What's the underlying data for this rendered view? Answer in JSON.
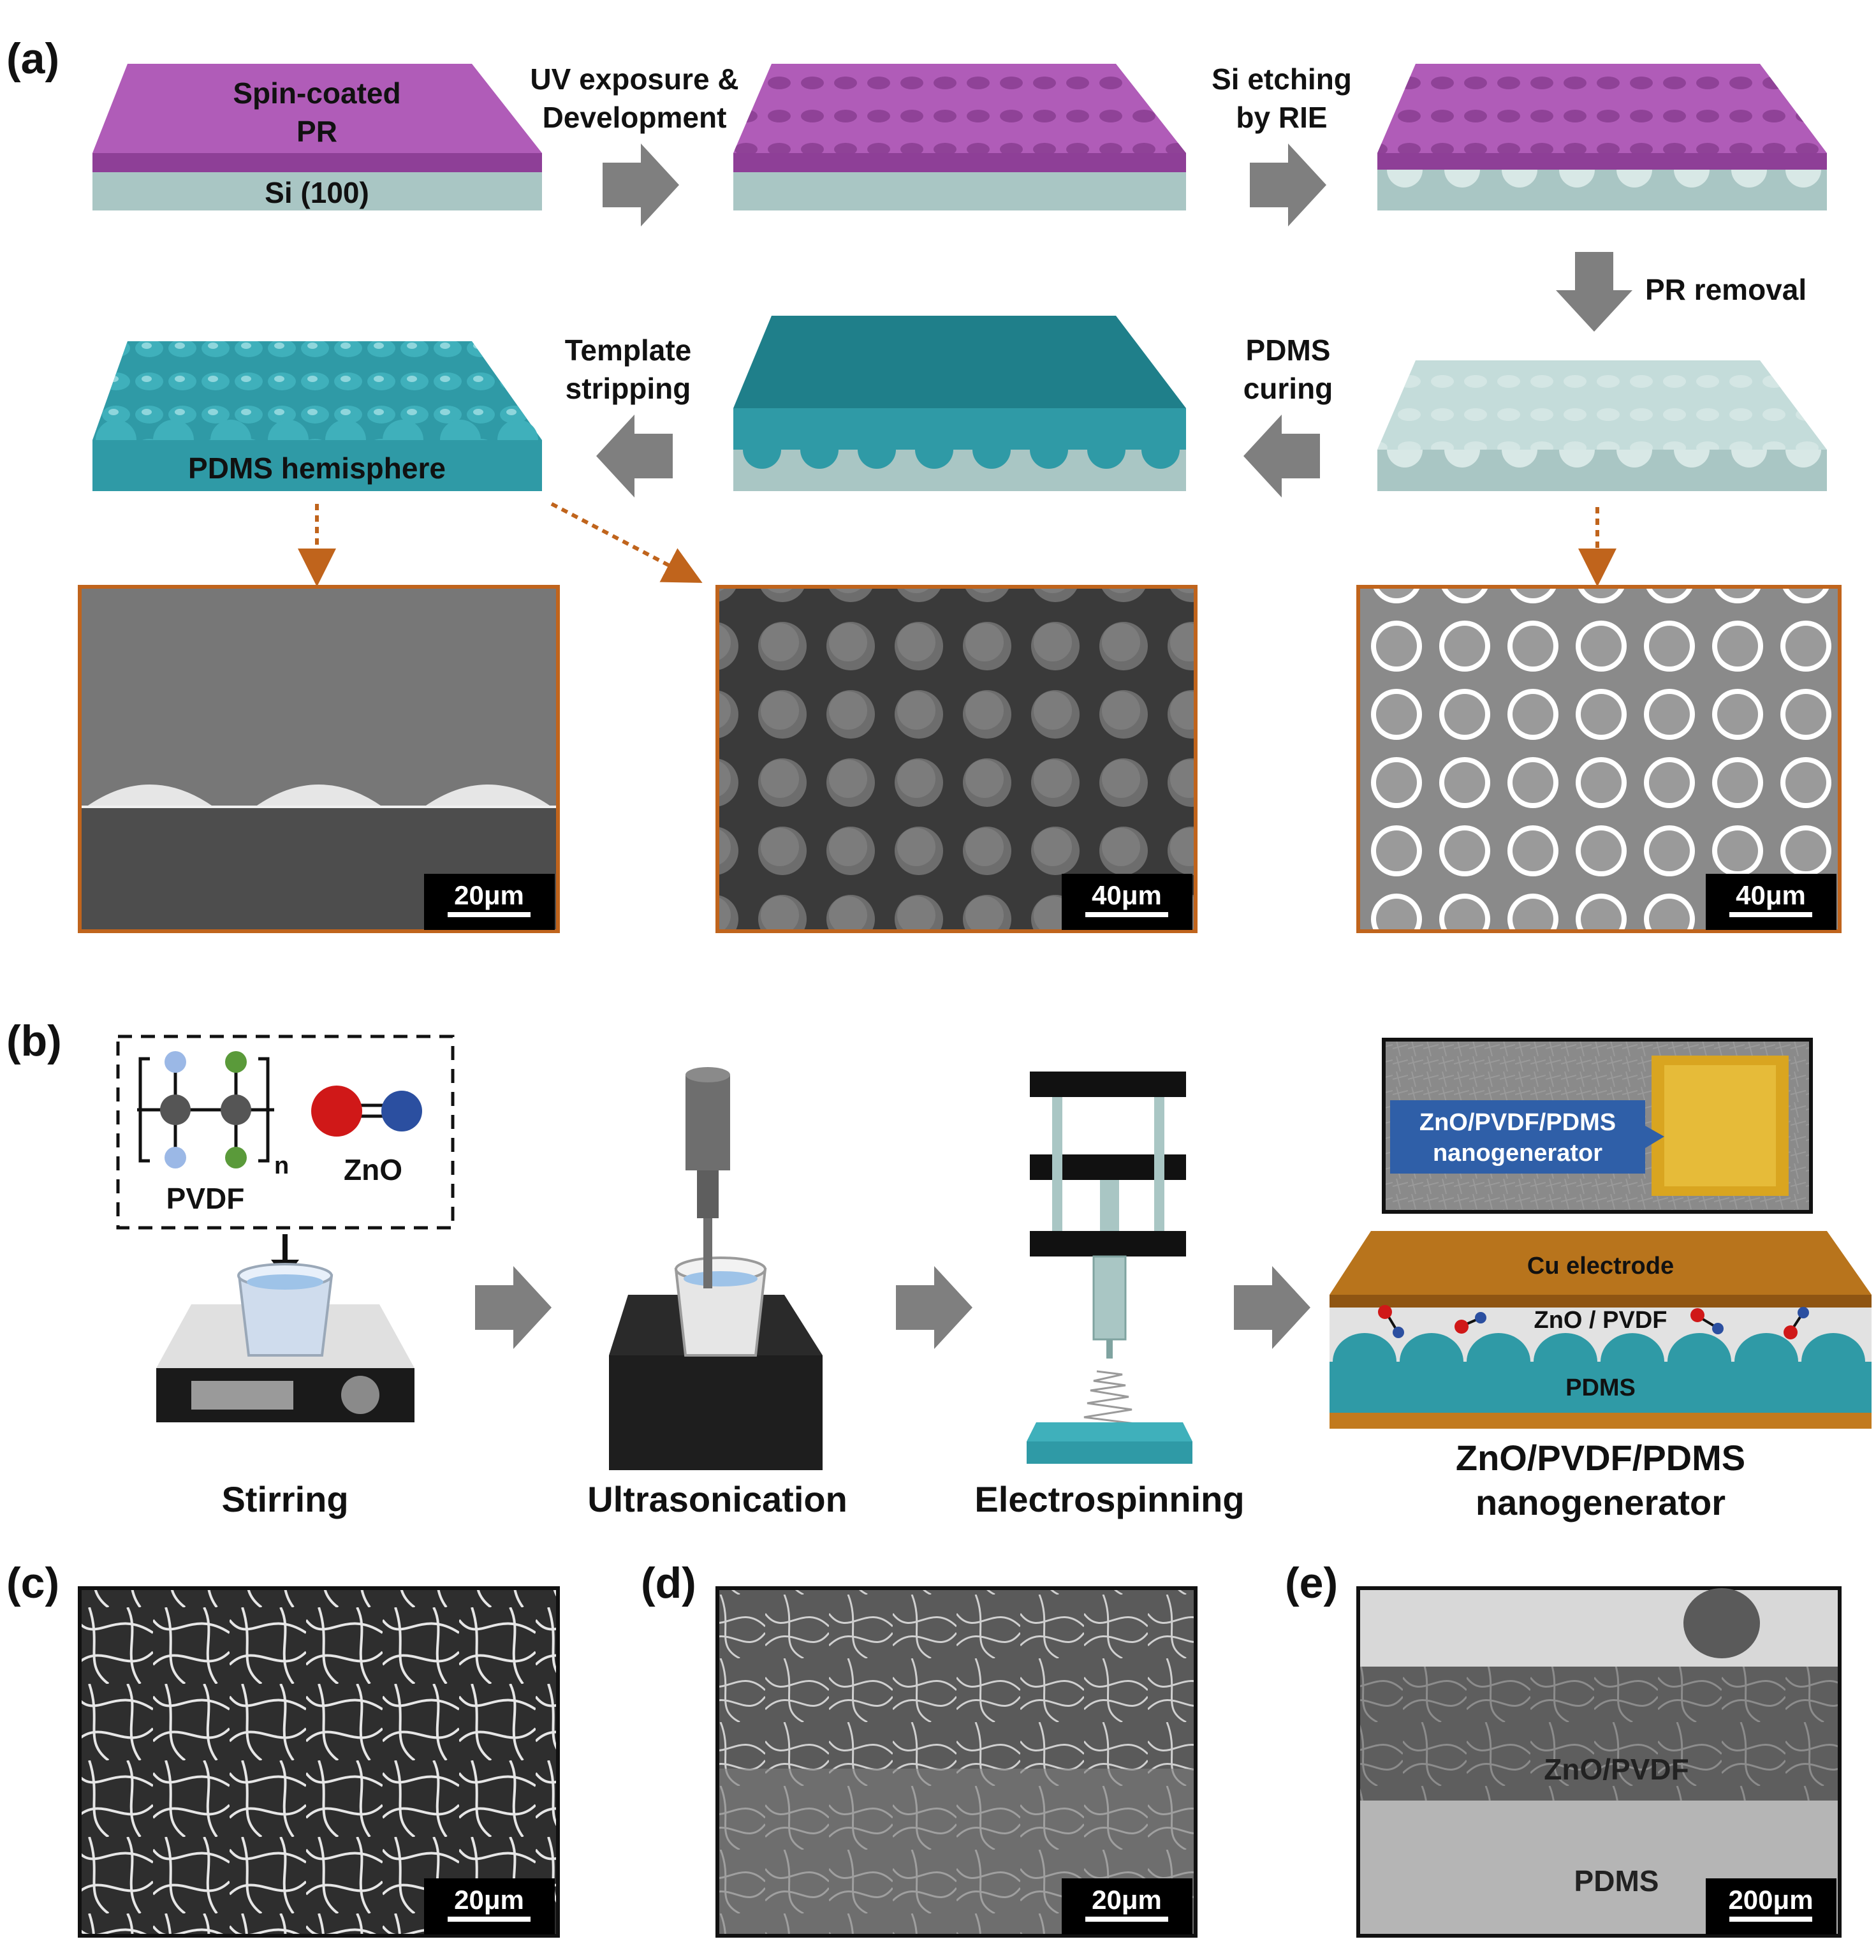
{
  "panels": {
    "a": "(a)",
    "b": "(b)",
    "c": "(c)",
    "d": "(d)",
    "e": "(e)"
  },
  "process_a": {
    "layer_pr": [
      "Spin-coated",
      "PR"
    ],
    "layer_si": "Si (100)",
    "step_uv": [
      "UV exposure &",
      "Development"
    ],
    "step_etch": [
      "Si etching",
      "by RIE"
    ],
    "step_pr_removal": "PR removal",
    "step_pdms_curing": [
      "PDMS",
      "curing"
    ],
    "step_template": [
      "Template",
      "stripping"
    ],
    "hemisphere_label": "PDMS hemisphere"
  },
  "sem_a": {
    "left_scale": "20μm",
    "middle_scale": "40μm",
    "right_scale": "40μm"
  },
  "process_b": {
    "pvdf_label": "PVDF",
    "pvdf_subscript": "n",
    "zno_label": "ZnO",
    "step_stirring": "Stirring",
    "step_ultrasonication": "Ultrasonication",
    "step_electrospinning": "Electrospinning",
    "photo_label": [
      "ZnO/PVDF/PDMS",
      "nanogenerator"
    ],
    "layer_cu": "Cu electrode",
    "layer_zno_pvdf": "ZnO / PVDF",
    "layer_pdms": "PDMS",
    "device_caption": [
      "ZnO/PVDF/PDMS",
      "nanogenerator"
    ]
  },
  "sem_cde": {
    "c_scale": "20μm",
    "d_scale": "20μm",
    "e_scale": "200μm",
    "e_label_top": "ZnO/PVDF",
    "e_label_bottom": "PDMS"
  },
  "colors": {
    "pr_purple": "#b05cb8",
    "si_gray": "#a9c6c4",
    "pdms_teal": "#2f9aa6",
    "arrow_gray": "#7f7f7f",
    "sem_border": "#c0641c",
    "cu_orange": "#c27a1e",
    "label_blue": "#2f5fa8"
  }
}
